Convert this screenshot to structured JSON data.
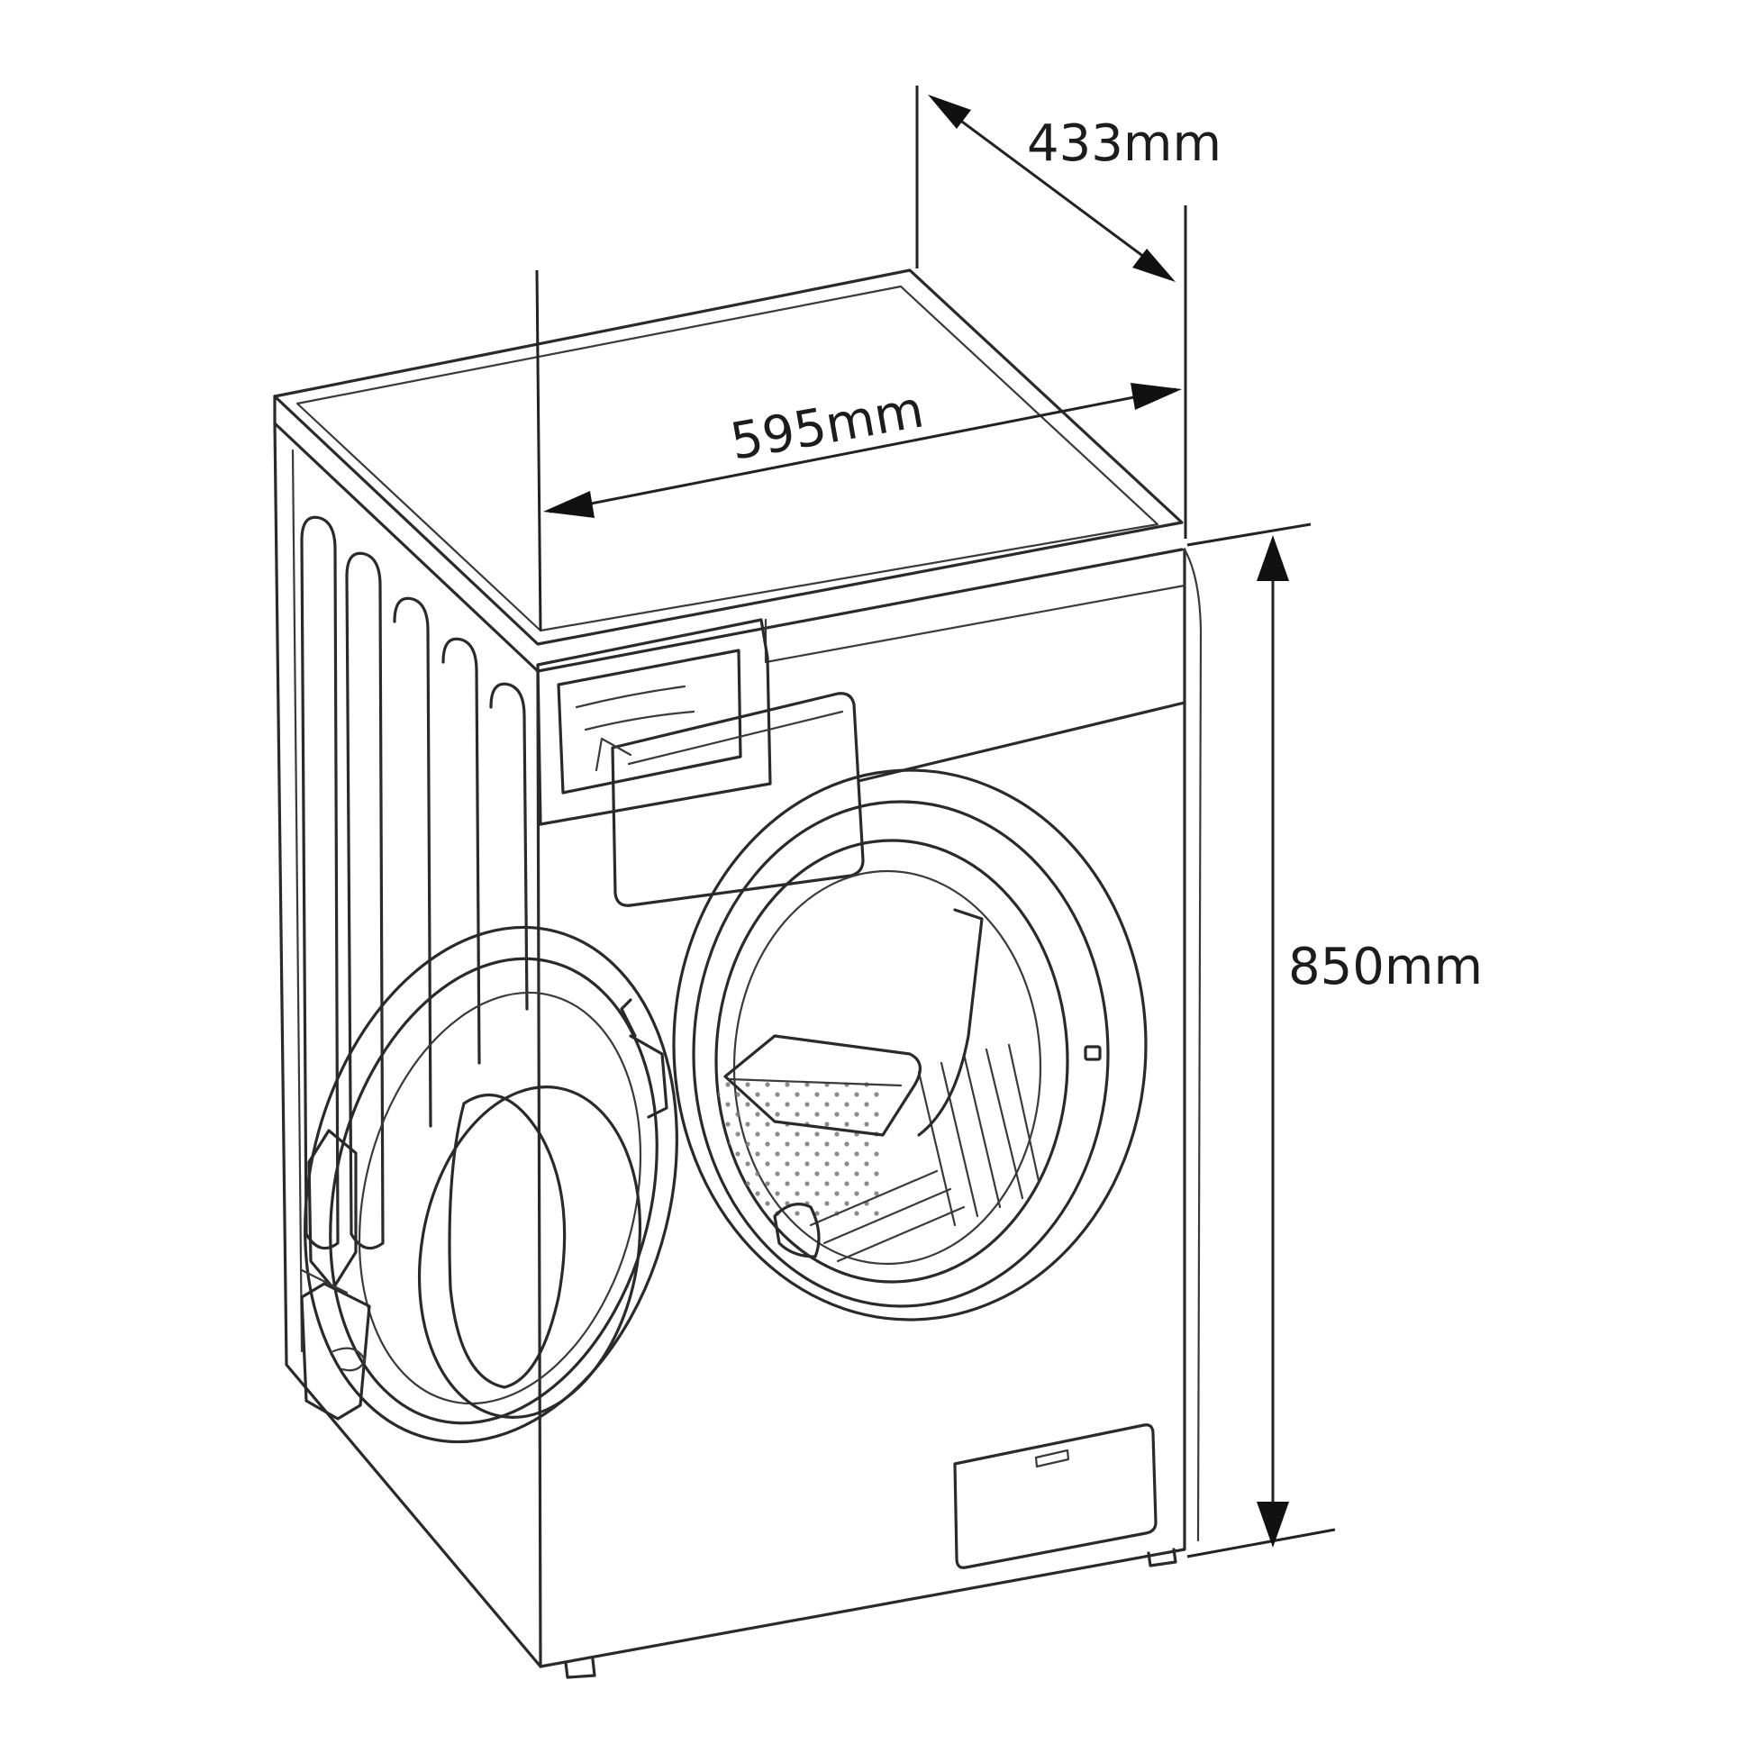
{
  "dimensions": {
    "depth": "433mm",
    "width": "595mm",
    "height": "850mm"
  },
  "colors": {
    "line": "#2a2a2a",
    "background": "#ffffff"
  }
}
